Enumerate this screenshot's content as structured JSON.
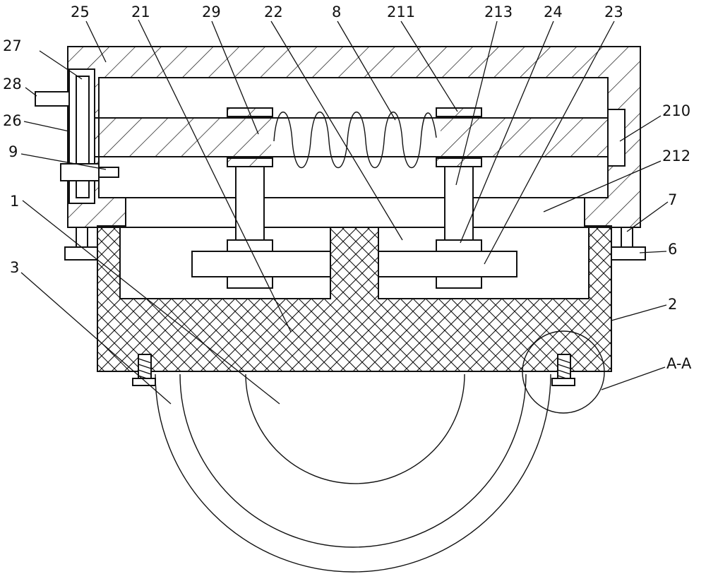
{
  "labels": {
    "l25": "25",
    "l21": "21",
    "l29": "29",
    "l22": "22",
    "l8": "8",
    "l211": "211",
    "l213": "213",
    "l24": "24",
    "l23": "23",
    "l27": "27",
    "l28": "28",
    "l26": "26",
    "l9": "9",
    "l1": "1",
    "l3": "3",
    "l210": "210",
    "l212": "212",
    "l7": "7",
    "l6": "6",
    "l2": "2",
    "lAA": "A-A"
  },
  "colors": {
    "line": "#111111",
    "background": "#ffffff"
  }
}
